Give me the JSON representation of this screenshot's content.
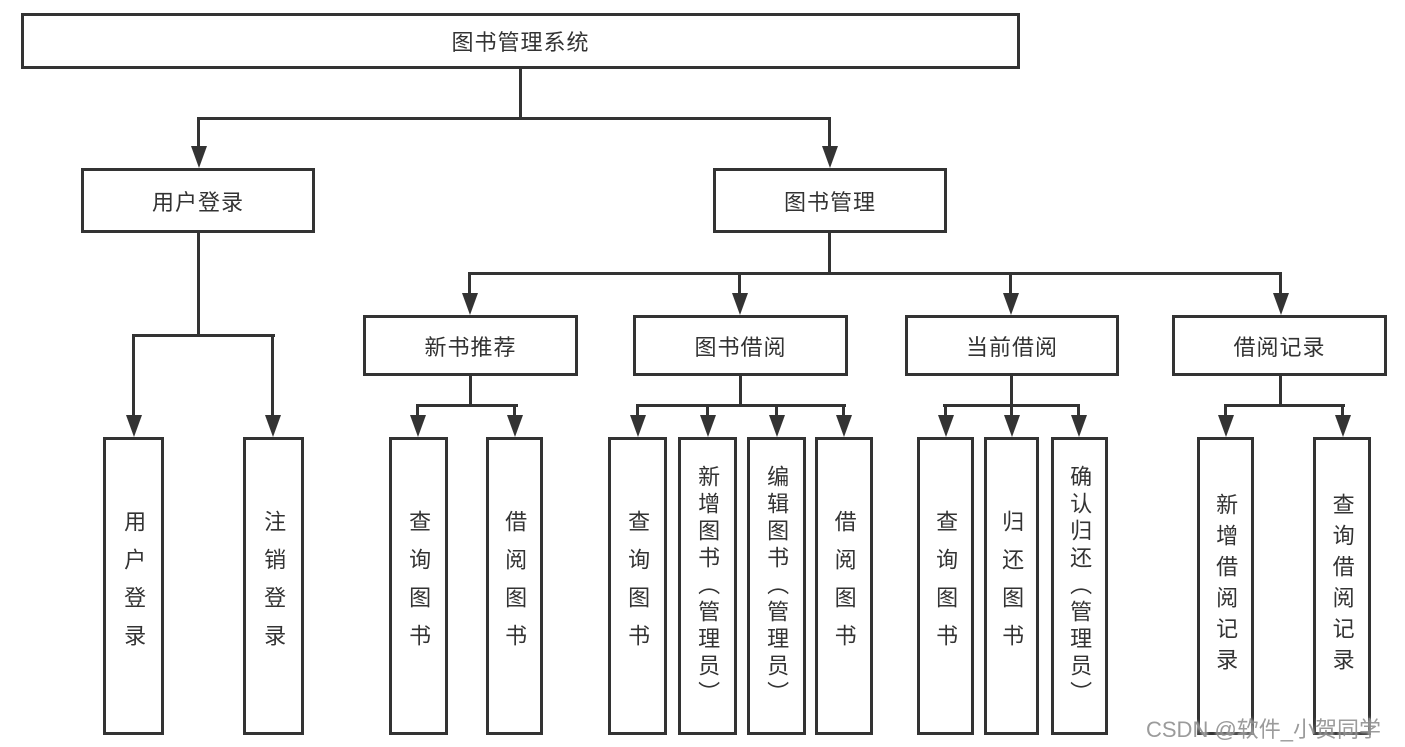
{
  "diagram": {
    "type": "hierarchy-tree",
    "root": {
      "label": "图书管理系统",
      "children": [
        {
          "label": "用户登录",
          "children": [
            {
              "label": "用户登录"
            },
            {
              "label": "注销登录"
            }
          ]
        },
        {
          "label": "图书管理",
          "children": [
            {
              "label": "新书推荐",
              "children": [
                {
                  "label": "查询图书"
                },
                {
                  "label": "借阅图书"
                }
              ]
            },
            {
              "label": "图书借阅",
              "children": [
                {
                  "label": "查询图书"
                },
                {
                  "label": "新增图书（管理员）"
                },
                {
                  "label": "编辑图书（管理员）"
                },
                {
                  "label": "借阅图书"
                }
              ]
            },
            {
              "label": "当前借阅",
              "children": [
                {
                  "label": "查询图书"
                },
                {
                  "label": "归还图书"
                },
                {
                  "label": "确认归还（管理员）"
                }
              ]
            },
            {
              "label": "借阅记录",
              "children": [
                {
                  "label": "新增借阅记录"
                },
                {
                  "label": "查询借阅记录"
                }
              ]
            }
          ]
        }
      ]
    },
    "colors": {
      "line": "#333333",
      "box_border": "#333333",
      "text": "#333333",
      "background": "#ffffff",
      "watermark": "#8a8a8a"
    }
  },
  "watermark": {
    "text": "CSDN @软件_小贺同学"
  }
}
